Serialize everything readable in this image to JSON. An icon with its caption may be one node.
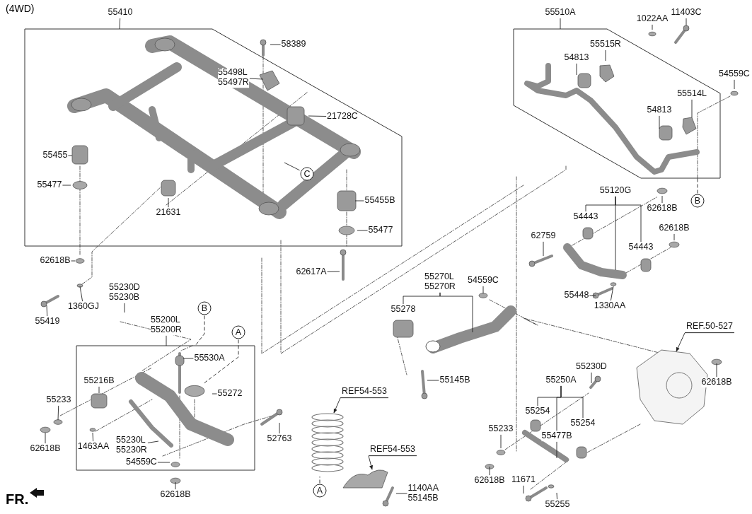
{
  "diagram": {
    "nodes": [
      {
        "text": [
          "55410"
        ]
      },
      {
        "text": [],
        "shape": "box"
      },
      {
        "text": [
          "58389"
        ],
        "in": 1
      },
      {
        "text": [
          "55498L 55497R"
        ],
        "in": 1
      },
      {
        "text": [
          "21728C"
        ],
        "in": 1
      },
      {
        "text": [
          "55455"
        ],
        "in": 1
      },
      {
        "text": [
          "55477"
        ],
        "in": 1
      },
      {
        "text": [
          "21631"
        ],
        "in": 1
      },
      {
        "text": [
          "C"
        ],
        "in": 1
      },
      {
        "text": [
          "55455B"
        ],
        "in": 1
      },
      {
        "text": [
          "55477"
        ],
        "in": 1
      },
      {
        "text": [
          "62618B"
        ]
      },
      {
        "text": [
          "62617A"
        ]
      },
      {
        "text": [
          "1360GJ"
        ]
      },
      {
        "text": [
          "55419"
        ]
      },
      {
        "text": [
          "55230D 55230B"
        ]
      },
      {
        "text": [
          "55200L 55200R"
        ]
      },
      {
        "text": [],
        "shape": "box"
      },
      {
        "text": [
          "B"
        ]
      },
      {
        "text": [
          "A"
        ]
      },
      {
        "text": [
          "55530A"
        ],
        "in": 17
      },
      {
        "text": [
          "55216B"
        ],
        "in": 17
      },
      {
        "text": [
          "55272"
        ],
        "in": 17
      },
      {
        "text": [
          "1463AA"
        ],
        "in": 17
      },
      {
        "text": [
          "55230L 55230R"
        ],
        "in": 17
      },
      {
        "text": [
          "54559C"
        ],
        "in": 17
      },
      {
        "text": [
          "55233"
        ]
      },
      {
        "text": [
          "62618B"
        ]
      },
      {
        "text": [
          "62618B"
        ]
      },
      {
        "text": [
          "52763"
        ]
      },
      {
        "text": [
          "REF54-553"
        ]
      },
      {
        "text": [
          "A"
        ]
      },
      {
        "text": [
          "REF54-553"
        ]
      },
      {
        "text": [
          "1140AA 55145B"
        ]
      },
      {
        "text": [
          "55510A"
        ]
      },
      {
        "text": [],
        "shape": "box"
      },
      {
        "text": [
          "1022AA"
        ]
      },
      {
        "text": [
          "11403C"
        ]
      },
      {
        "text": [
          "55515R"
        ],
        "in": 35
      },
      {
        "text": [
          "54813"
        ],
        "in": 35
      },
      {
        "text": [
          "54559C"
        ]
      },
      {
        "text": [
          "55514L"
        ],
        "in": 35
      },
      {
        "text": [
          "54813"
        ],
        "in": 35
      },
      {
        "text": [
          "B"
        ]
      },
      {
        "text": [
          "55120G"
        ]
      },
      {
        "text": [
          "54443"
        ]
      },
      {
        "text": [
          "62618B"
        ]
      },
      {
        "text": [
          "62759"
        ]
      },
      {
        "text": [
          "62618B"
        ]
      },
      {
        "text": [
          "54443"
        ]
      },
      {
        "text": [
          "55448"
        ]
      },
      {
        "text": [
          "1330AA"
        ]
      },
      {
        "text": [
          "55270L 55270R"
        ]
      },
      {
        "text": [
          "54559C"
        ]
      },
      {
        "text": [
          "55278"
        ]
      },
      {
        "text": [
          "55145B"
        ]
      },
      {
        "text": [
          "REF.50-527"
        ]
      },
      {
        "text": [
          "62618B"
        ]
      },
      {
        "text": [
          "55230D"
        ]
      },
      {
        "text": [
          "55250A"
        ]
      },
      {
        "text": [
          "55254"
        ]
      },
      {
        "text": [
          "55233"
        ]
      },
      {
        "text": [
          "55254"
        ]
      },
      {
        "text": [
          "55477B"
        ]
      },
      {
        "text": [
          "62618B"
        ]
      },
      {
        "text": [
          "11671"
        ]
      },
      {
        "text": [
          "55255"
        ]
      }
    ],
    "edges": [
      {
        "from": 0,
        "to": 1,
        "arrow": "none"
      },
      {
        "from": 2,
        "to": null,
        "arrow": "none"
      },
      {
        "from": 3,
        "to": null,
        "arrow": "none"
      },
      {
        "from": 4,
        "to": null,
        "arrow": "none"
      },
      {
        "from": 5,
        "to": null,
        "arrow": "none"
      },
      {
        "from": 6,
        "to": null,
        "arrow": "none"
      },
      {
        "from": 7,
        "to": null,
        "arrow": "none"
      },
      {
        "from": 8,
        "to": null,
        "arrow": "none"
      },
      {
        "from": 9,
        "to": null,
        "arrow": "none"
      },
      {
        "from": 10,
        "to": null,
        "arrow": "none"
      },
      {
        "from": 11,
        "to": null,
        "arrow": "none"
      },
      {
        "from": 12,
        "to": null,
        "arrow": "none"
      },
      {
        "from": 13,
        "to": null,
        "arrow": "none"
      },
      {
        "from": 14,
        "to": null,
        "arrow": "none"
      },
      {
        "from": 15,
        "to": null,
        "arrow": "none"
      },
      {
        "from": 16,
        "to": 17,
        "arrow": "none"
      },
      {
        "from": 20,
        "to": null,
        "arrow": "none"
      },
      {
        "from": 21,
        "to": null,
        "arrow": "none"
      },
      {
        "from": 22,
        "to": null,
        "arrow": "none"
      },
      {
        "from": 23,
        "to": null,
        "arrow": "none"
      },
      {
        "from": 24,
        "to": null,
        "arrow": "none"
      },
      {
        "from": 25,
        "to": null,
        "arrow": "none"
      },
      {
        "from": 26,
        "to": null,
        "arrow": "none"
      },
      {
        "from": 27,
        "to": null,
        "arrow": "none"
      },
      {
        "from": 28,
        "to": null,
        "arrow": "none"
      },
      {
        "from": 29,
        "to": null,
        "arrow": "none"
      },
      {
        "from": 30,
        "to": null,
        "arrow": "to"
      },
      {
        "from": 32,
        "to": null,
        "arrow": "to"
      },
      {
        "from": 33,
        "to": null,
        "arrow": "none"
      },
      {
        "from": 34,
        "to": 35,
        "arrow": "none"
      },
      {
        "from": 36,
        "to": null,
        "arrow": "none"
      },
      {
        "from": 37,
        "to": null,
        "arrow": "none"
      },
      {
        "from": 38,
        "to": null,
        "arrow": "none"
      },
      {
        "from": 39,
        "to": null,
        "arrow": "none"
      },
      {
        "from": 40,
        "to": null,
        "arrow": "none"
      },
      {
        "from": 41,
        "to": null,
        "arrow": "none"
      },
      {
        "from": 42,
        "to": null,
        "arrow": "none"
      },
      {
        "from": 44,
        "to": 45,
        "arrow": "none"
      },
      {
        "from": 44,
        "to": null,
        "arrow": "none"
      },
      {
        "from": 44,
        "to": 49,
        "arrow": "none"
      },
      {
        "from": 46,
        "to": null,
        "arrow": "none"
      },
      {
        "from": 47,
        "to": null,
        "arrow": "none"
      },
      {
        "from": 48,
        "to": null,
        "arrow": "none"
      },
      {
        "from": 50,
        "to": null,
        "arrow": "none"
      },
      {
        "from": 51,
        "to": null,
        "arrow": "none"
      },
      {
        "from": 52,
        "to": 54,
        "arrow": "none"
      },
      {
        "from": 52,
        "to": null,
        "arrow": "none"
      },
      {
        "from": 53,
        "to": null,
        "arrow": "none"
      },
      {
        "from": 55,
        "to": null,
        "arrow": "none"
      },
      {
        "from": 56,
        "to": null,
        "arrow": "to"
      },
      {
        "from": 57,
        "to": null,
        "arrow": "none"
      },
      {
        "from": 58,
        "to": null,
        "arrow": "none"
      },
      {
        "from": 59,
        "to": 60,
        "arrow": "none"
      },
      {
        "from": 59,
        "to": 63,
        "arrow": "none"
      },
      {
        "from": 59,
        "to": 62,
        "arrow": "none"
      },
      {
        "from": 61,
        "to": null,
        "arrow": "none"
      },
      {
        "from": 63,
        "to": null,
        "arrow": "none"
      },
      {
        "from": 64,
        "to": null,
        "arrow": "none"
      },
      {
        "from": 65,
        "to": null,
        "arrow": "none"
      },
      {
        "from": 66,
        "to": null,
        "arrow": "none"
      },
      {
        "from": 18,
        "to": 17,
        "arrow": "none",
        "style": "dashed"
      },
      {
        "from": 19,
        "to": null,
        "arrow": "none",
        "style": "dashed"
      },
      {
        "from": 31,
        "to": null,
        "arrow": "none",
        "style": "dashed"
      },
      {
        "from": 43,
        "to": 35,
        "arrow": "none",
        "style": "dashed"
      }
    ],
    "labels": [
      "(4WD)",
      "FR."
    ]
  }
}
